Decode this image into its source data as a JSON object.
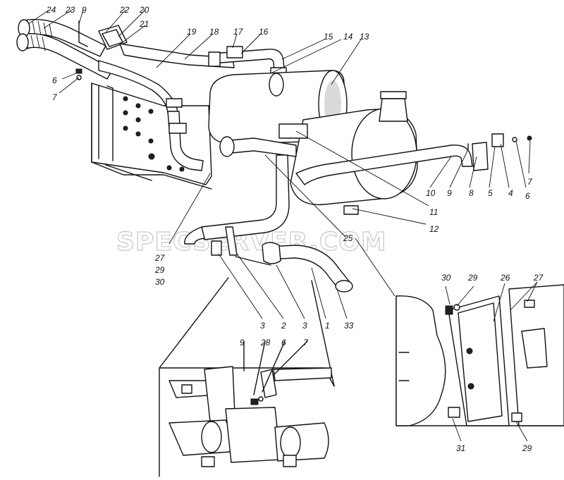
{
  "watermark": "SPECSERVER.COM",
  "callouts": {
    "c24": "24",
    "c23": "23",
    "c9a": "9",
    "c22": "22",
    "c20": "20",
    "c21": "21",
    "c19": "19",
    "c18": "18",
    "c17": "17",
    "c16": "16",
    "c15": "15",
    "c14": "14",
    "c13": "13",
    "c6a": "6",
    "c7a": "7",
    "c10": "10",
    "c9b": "9",
    "c8": "8",
    "c5": "5",
    "c4": "4",
    "c6b": "6",
    "c7b": "7",
    "c11": "11",
    "c12": "12",
    "c25": "25",
    "c27a": "27",
    "c29a": "29",
    "c30a": "30",
    "c3a": "3",
    "c2": "2",
    "c3b": "3",
    "c1": "1",
    "c33": "33",
    "c9c": "9",
    "c28": "28",
    "c6c": "6",
    "c7c": "7",
    "c30b": "30",
    "c29b": "29",
    "c26": "26",
    "c27b": "27",
    "c31": "31",
    "c29c": "29"
  }
}
